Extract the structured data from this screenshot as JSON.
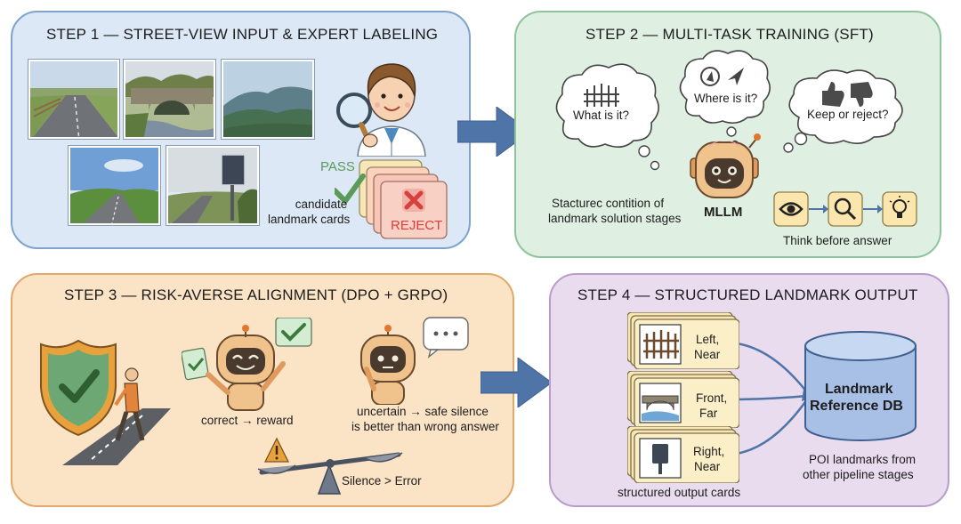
{
  "step1": {
    "title": "STEP 1 — STREET-VIEW INPUT & EXPERT LABELING",
    "pass_label": "PASS",
    "reject_label": "REJECT",
    "cards_label_line1": "candidate",
    "cards_label_line2": "landmark cards"
  },
  "step2": {
    "title": "STEP 2 — MULTI-TASK TRAINING (SFT)",
    "bubble_what": "What is it?",
    "bubble_where": "Where is it?",
    "bubble_keep": "Keep or reject?",
    "caption_line1": "Stacturec contition of",
    "caption_line2": "landmark solution stages",
    "mllm_label": "MLLM",
    "think_label": "Think before answer"
  },
  "step3": {
    "title": "STEP 3 — RISK-AVERSE ALIGNMENT (DPO + GRPO)",
    "reward_label": "correct → reward",
    "silence_line1": "uncertain → safe silence",
    "silence_line2": "is better than wrong answer",
    "scale_label": "Silence > Error"
  },
  "step4": {
    "title": "STEP 4 — STRUCTURED LANDMARK OUTPUT",
    "card1_line1": "Left,",
    "card1_line2": "Near",
    "card2_line1": "Front,",
    "card2_line2": "Far",
    "card3_line1": "Right,",
    "card3_line2": "Near",
    "cards_caption": "structured output cards",
    "db_line1": "Landmark",
    "db_line2": "Reference DB",
    "db_caption_line1": "POI landmarks from",
    "db_caption_line2": "other pipeline stages"
  },
  "colors": {
    "flow_arrow": "#4e74a8",
    "pass_green": "#5c9a5a",
    "reject_red": "#d7413d",
    "db_blue": "#a8c0e6"
  }
}
